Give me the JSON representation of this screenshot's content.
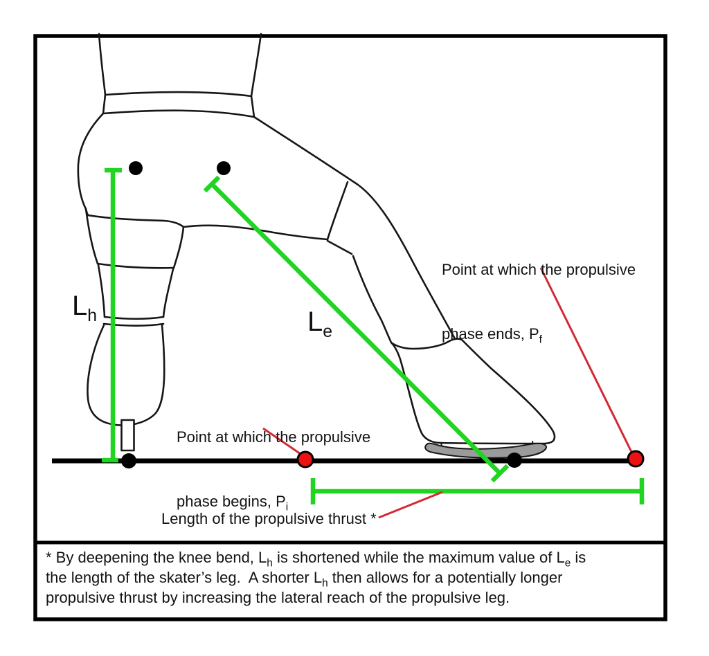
{
  "colors": {
    "green": "#21d421",
    "red_line": "#d22a34",
    "red_dot": "#ee1111",
    "ink": "#161616",
    "blade_gray": "#9b9b9b"
  },
  "labels": {
    "lh_main": "L",
    "lh_sub": "h",
    "le_main": "L",
    "le_sub": "e",
    "begin_line1": "Point at which the propulsive",
    "begin_line2_pre": "phase begins, P",
    "begin_line2_sub": "i",
    "end_line1": "Point at which the propulsive",
    "end_line2_pre": "phase ends, P",
    "end_line2_sub": "f",
    "thrust": "Length of the propulsive thrust *"
  },
  "note": {
    "l1_a": "* By deepening the knee bend, L",
    "l1_sub1": "h",
    "l1_b": " is shortened while the maximum value of L",
    "l1_sub2": "e",
    "l1_c": " is",
    "l2_a": "the length of the skater’s leg.  A shorter L",
    "l2_sub1": "h",
    "l2_b": " then allows for a potentially longer",
    "l3": "propulsive thrust by increasing the lateral reach of the propulsive leg."
  }
}
